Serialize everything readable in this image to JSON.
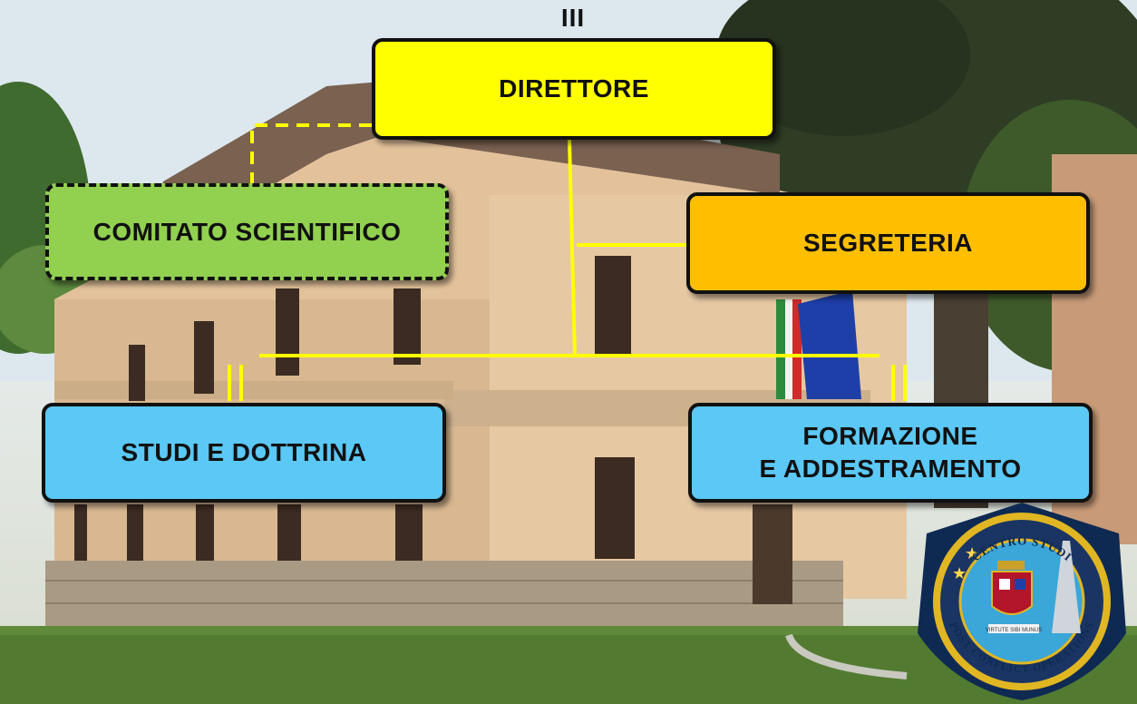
{
  "diagram": {
    "rank_marker": "III",
    "nodes": {
      "direttore": "DIRETTORE",
      "segreteria": "SEGRETERIA",
      "comitato": "COMITATO SCIENTIFICO",
      "studi": "STUDI E DOTTRINA",
      "formazione_line1": "FORMAZIONE",
      "formazione_line2": "E ADDESTRAMENTO"
    },
    "unit_markers": {
      "studi": "II",
      "formazione": "II"
    },
    "colors": {
      "direttore": "#ffff00",
      "segreteria": "#ffbf00",
      "comitato": "#92d050",
      "units": "#5bc8f5",
      "connector": "#ffff00"
    }
  },
  "emblem": {
    "top_text": "CENTRO STUDI",
    "bottom_text": "POST CONFLICT OPERATIONS",
    "motto": "VIRTUTE SIBI MUNUS"
  }
}
